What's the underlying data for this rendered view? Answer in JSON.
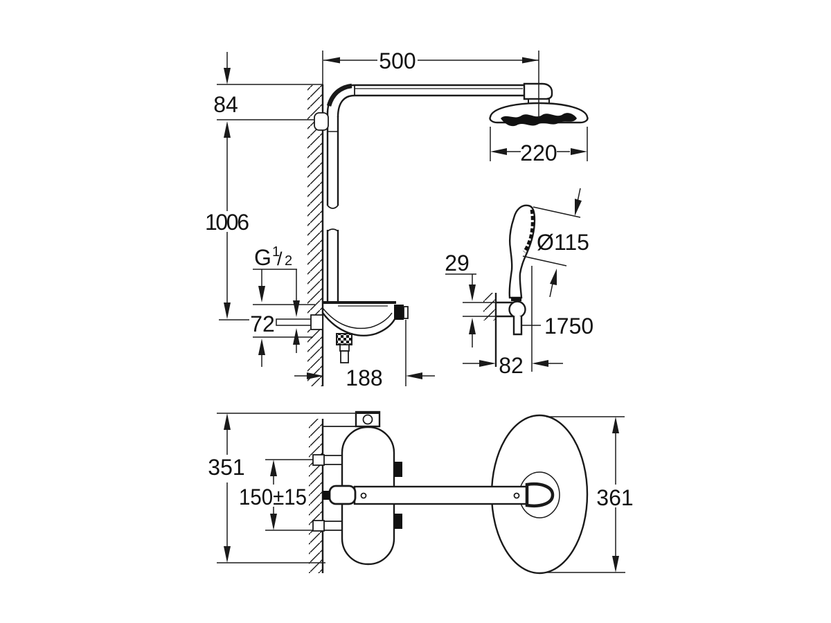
{
  "colors": {
    "background": "#ffffff",
    "lines": "#1a1a1a"
  },
  "annotations": {
    "arm_reach": "500",
    "head_offset": "84",
    "riser_height": "1006",
    "head_diameter": "220",
    "thread_g": "G",
    "thread_num": "1",
    "thread_slash": "/",
    "thread_den": "2",
    "inlet_height": "72",
    "body_depth": "188",
    "hand_shower_diameter": "Ø115",
    "holder_offset": "29",
    "hose_length": "1750",
    "holder_depth": "82",
    "body_height": "351",
    "inlet_spacing": "150±15",
    "plate_height": "361"
  }
}
